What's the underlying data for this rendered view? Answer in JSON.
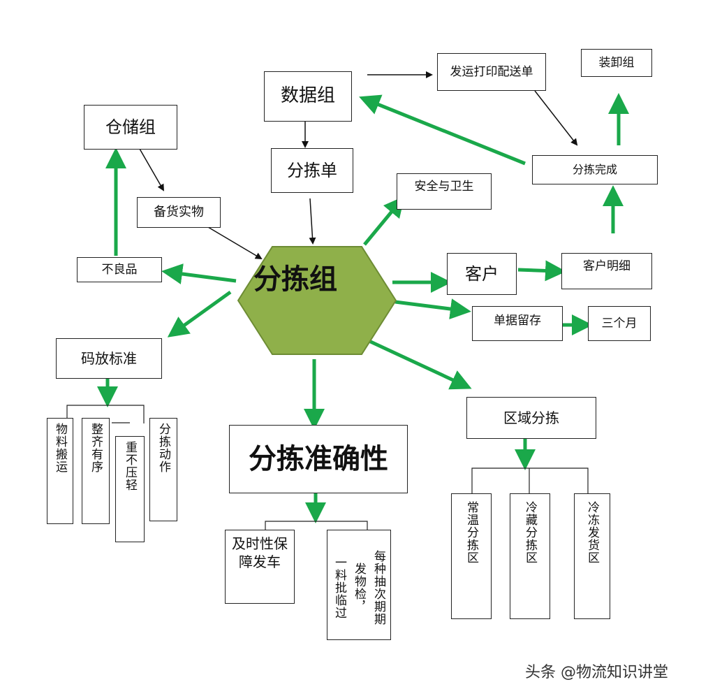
{
  "nodes": {
    "data_group": "数据组",
    "ship_print": "发运打印配送单",
    "loading_group": "装卸组",
    "storage_group": "仓储组",
    "sorting_sheet": "分拣单",
    "stock_goods": "备货实物",
    "safety_hygiene": "安全与卫生",
    "sorting_done": "分拣完成",
    "defective": "不良品",
    "sorting_group": "分拣组",
    "customer": "客户",
    "customer_detail": "客户明细",
    "receipt_keep": "单据留存",
    "three_months": "三个月",
    "stacking_std": "码放标准",
    "stack_items": [
      "物料搬运",
      "整齐有序",
      "重不压轻",
      "分拣动作"
    ],
    "sorting_accuracy": "分拣准确性",
    "accuracy_items": {
      "timely": "及时性保障发车",
      "spot_check": "每种抽次期期",
      "goods_check": "发物检，",
      "batch_expiry": "一料批临过"
    },
    "zone_sorting": "区域分拣",
    "zone_items": [
      "常温分拣区",
      "冷藏分拣区",
      "冷冻发货区"
    ]
  },
  "watermark": "头条 @物流知识讲堂",
  "colors": {
    "arrow_green": "#1aa84a",
    "hex_fill": "#8fb04a",
    "line": "#222222"
  }
}
